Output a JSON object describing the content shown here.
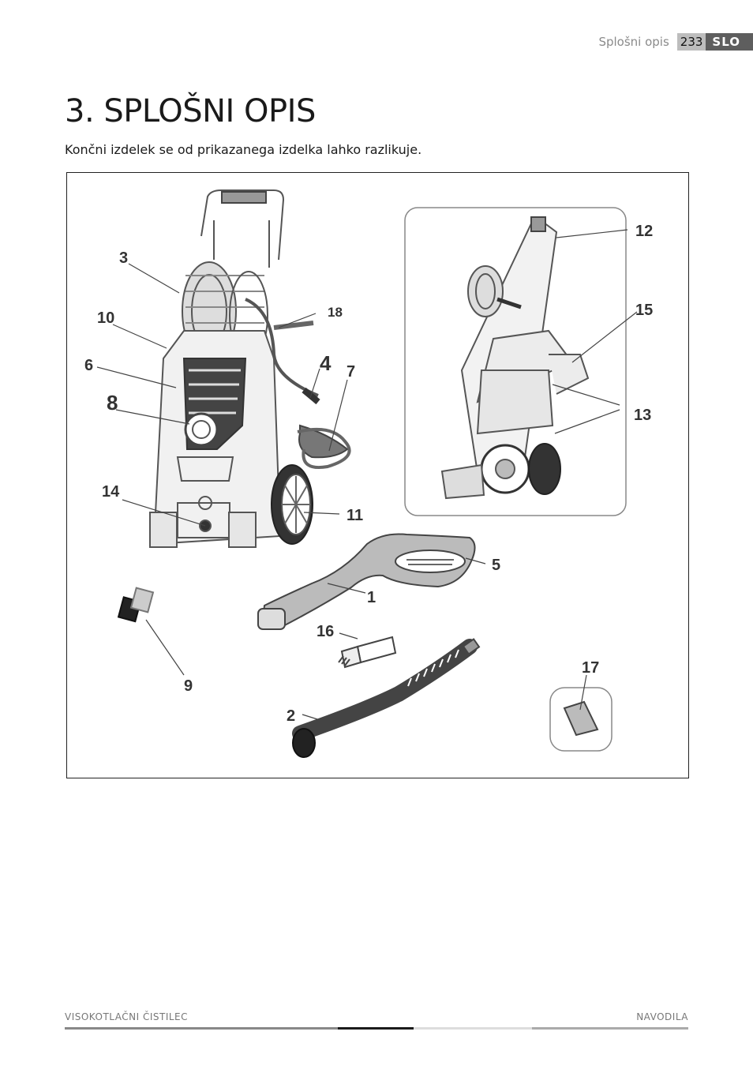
{
  "header": {
    "section": "Splošni opis",
    "page_number": "233",
    "language": "SLO"
  },
  "title": "3. SPLOŠNI OPIS",
  "subtitle": "Končni izdelek se od prikazanega izdelka lahko razlikuje.",
  "figure": {
    "labels": [
      "1",
      "2",
      "3",
      "4",
      "5",
      "6",
      "7",
      "8",
      "9",
      "10",
      "11",
      "12",
      "13",
      "14",
      "15",
      "16",
      "17",
      "18"
    ]
  },
  "footer": {
    "left": "VISOKOTLAČNI ČISTILEC",
    "right": "NAVODILA"
  },
  "colors": {
    "bar_dark": "#1a1a1a",
    "bar_mid": "#888888",
    "bar_light": "#dddddd",
    "lang_bg": "#5e5e5e",
    "page_bg": "#bdbdbd"
  }
}
